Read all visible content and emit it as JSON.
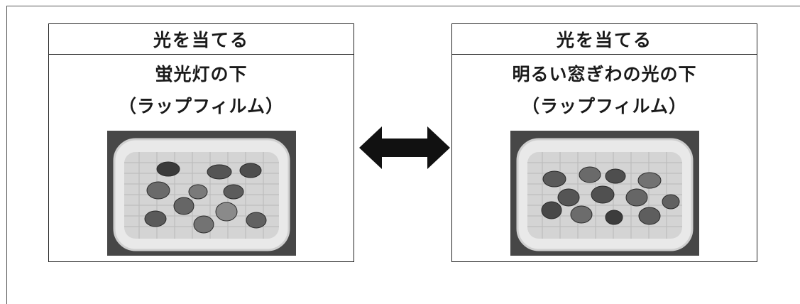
{
  "left_panel": {
    "header": "光を当てる",
    "line1": "蛍光灯の下",
    "line2": "（ラップフィルム）"
  },
  "right_panel": {
    "header": "光を当てる",
    "line1": "明るい窓ぎわの光の下",
    "line2": "（ラップフィルム）"
  },
  "icons": {
    "arrow": "double-headed-arrow-icon",
    "photo": "clams-in-basket-photo"
  }
}
